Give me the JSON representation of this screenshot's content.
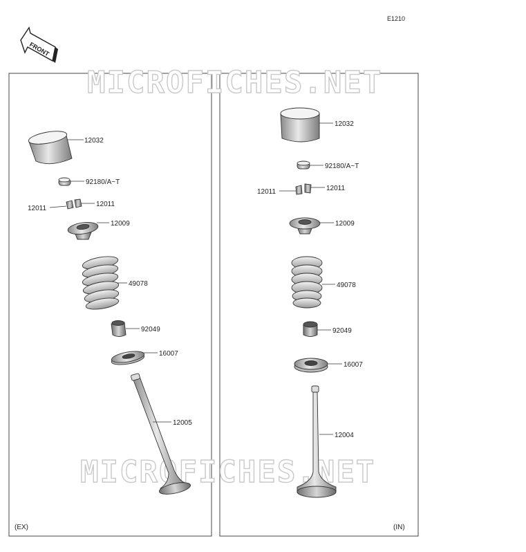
{
  "diagram_code": "E1210",
  "front_label": "FRONT",
  "watermark": "MICROFICHES.NET",
  "panels": {
    "left": {
      "label": "(EX)",
      "parts": {
        "lifter": "12032",
        "shim": "92180/A~T",
        "keeper_left": "12011",
        "keeper_right": "12011",
        "retainer": "12009",
        "spring": "49078",
        "seal": "92049",
        "seat": "16007",
        "valve": "12005"
      }
    },
    "right": {
      "label": "(IN)",
      "parts": {
        "lifter": "12032",
        "shim": "92180/A~T",
        "keeper_left": "12011",
        "keeper_right": "12011",
        "retainer": "12009",
        "spring": "49078",
        "seal": "92049",
        "seat": "16007",
        "valve": "12004"
      }
    }
  }
}
